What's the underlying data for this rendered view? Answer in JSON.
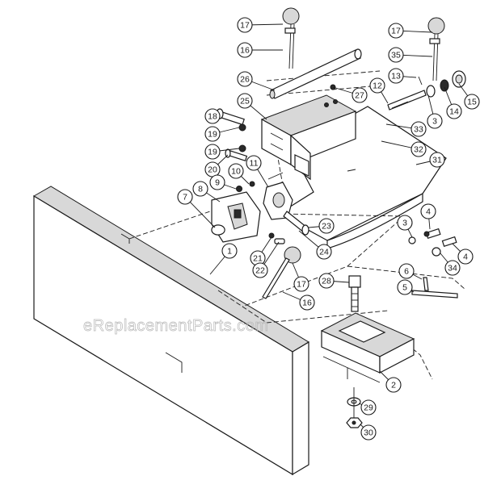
{
  "watermark": "eReplacementParts.com",
  "callouts": [
    {
      "label": "17"
    },
    {
      "label": "16"
    },
    {
      "label": "26"
    },
    {
      "label": "27"
    },
    {
      "label": "25"
    },
    {
      "label": "18"
    },
    {
      "label": "19"
    },
    {
      "label": "19"
    },
    {
      "label": "20"
    },
    {
      "label": "17"
    },
    {
      "label": "35"
    },
    {
      "label": "13"
    },
    {
      "label": "12"
    },
    {
      "label": "14"
    },
    {
      "label": "15"
    },
    {
      "label": "3"
    },
    {
      "label": "33"
    },
    {
      "label": "32"
    },
    {
      "label": "31"
    },
    {
      "label": "10"
    },
    {
      "label": "9"
    },
    {
      "label": "8"
    },
    {
      "label": "7"
    },
    {
      "label": "11"
    },
    {
      "label": "23"
    },
    {
      "label": "24"
    },
    {
      "label": "21"
    },
    {
      "label": "22"
    },
    {
      "label": "1"
    },
    {
      "label": "17"
    },
    {
      "label": "16"
    },
    {
      "label": "3"
    },
    {
      "label": "4"
    },
    {
      "label": "4"
    },
    {
      "label": "34"
    },
    {
      "label": "28"
    },
    {
      "label": "6"
    },
    {
      "label": "5"
    },
    {
      "label": "2"
    },
    {
      "label": "29"
    },
    {
      "label": "30"
    }
  ]
}
